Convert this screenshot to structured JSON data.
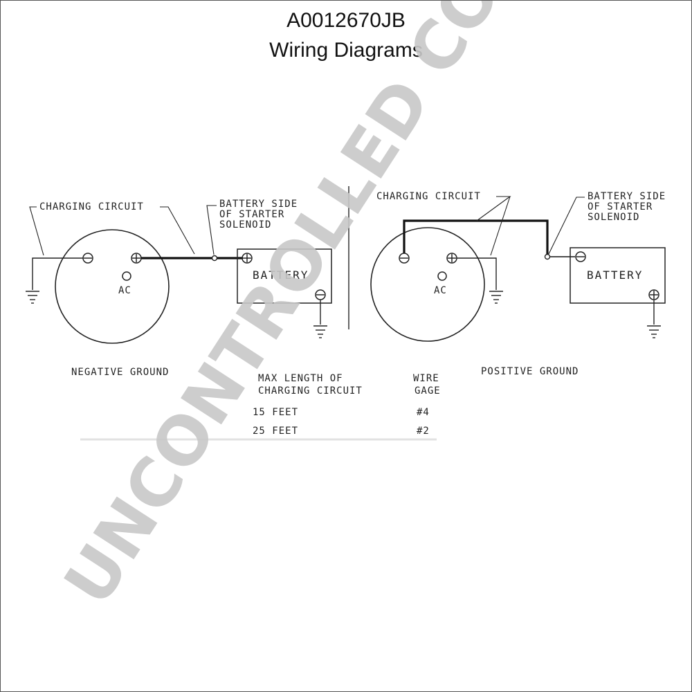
{
  "header": {
    "doc_number": "A0012670JB",
    "title": "Wiring Diagrams"
  },
  "negative_ground": {
    "caption": "NEGATIVE GROUND",
    "charging_circuit": "CHARGING CIRCUIT",
    "battery_side_1": "BATTERY SIDE",
    "battery_side_2": "OF STARTER",
    "battery_side_3": "SOLENOID",
    "ac_label": "AC",
    "battery_label": "BATTERY"
  },
  "positive_ground": {
    "caption": "POSITIVE GROUND",
    "charging_circuit": "CHARGING CIRCUIT",
    "battery_side_1": "BATTERY SIDE",
    "battery_side_2": "OF STARTER",
    "battery_side_3": "SOLENOID",
    "ac_label": "AC",
    "battery_label": "BATTERY"
  },
  "wire_table": {
    "header_col1_line1": "MAX LENGTH OF",
    "header_col1_line2": "CHARGING CIRCUIT",
    "header_col2_line1": "WIRE",
    "header_col2_line2": "GAGE",
    "rows": [
      {
        "length": "15 FEET",
        "gage": "#4"
      },
      {
        "length": "25 FEET",
        "gage": "#2"
      }
    ]
  },
  "watermark": "UNCONTROLLED COPY"
}
